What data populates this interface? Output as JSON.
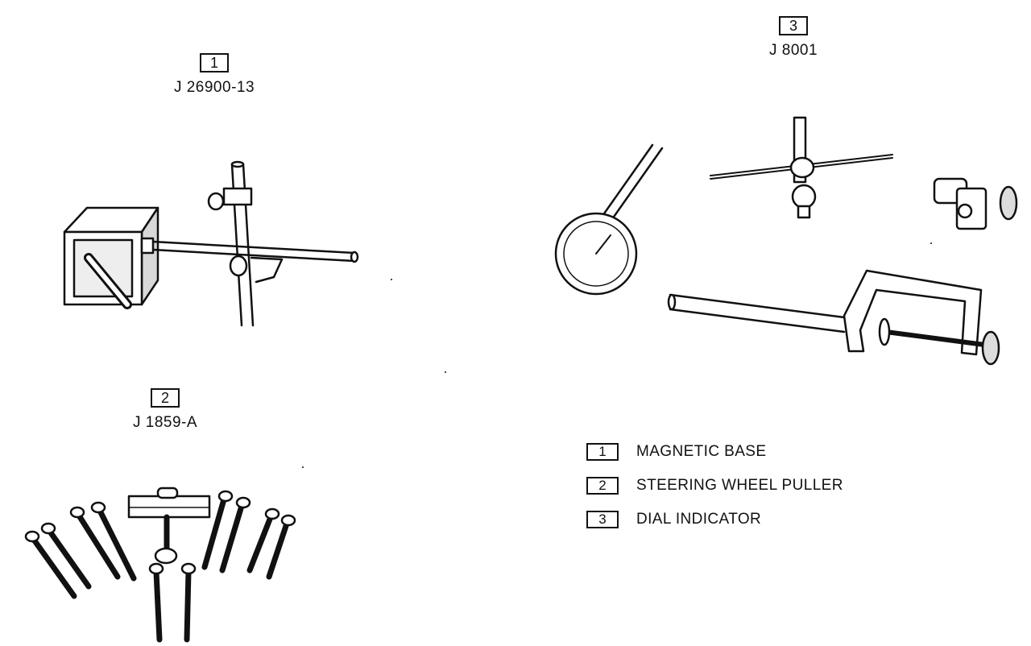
{
  "tools": [
    {
      "callout": "1",
      "number": "J 26900-13"
    },
    {
      "callout": "2",
      "number": "J 1859-A"
    },
    {
      "callout": "3",
      "number": "J 8001"
    }
  ],
  "legend": [
    {
      "callout": "1",
      "label": "MAGNETIC BASE"
    },
    {
      "callout": "2",
      "label": "STEERING WHEEL PULLER"
    },
    {
      "callout": "3",
      "label": "DIAL INDICATOR"
    }
  ]
}
